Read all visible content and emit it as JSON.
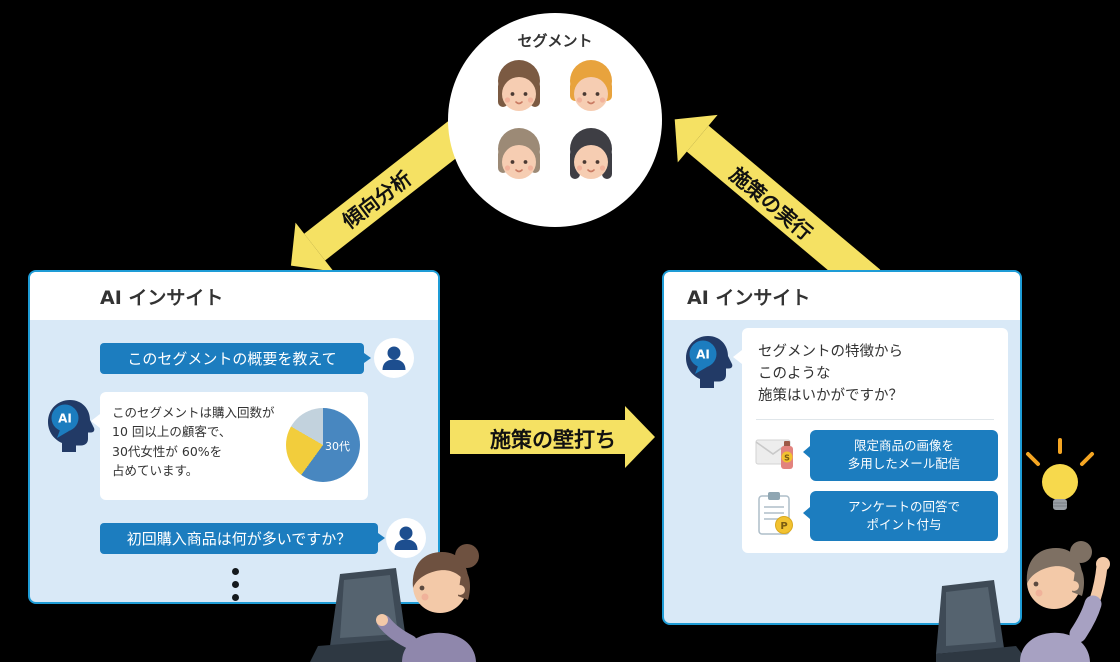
{
  "segment": {
    "label": "セグメント",
    "faces": [
      "woman-brown-hair",
      "woman-blonde-hair",
      "woman-taupe-hair",
      "woman-black-hair"
    ]
  },
  "arrows": {
    "trend_analysis": "傾向分析",
    "measure_execution": "施策の実行",
    "measure_brainstorm": "施策の壁打ち"
  },
  "left_panel": {
    "title": "AI インサイト",
    "ai_badge": "AI",
    "question1": "このセグメントの概要を教えて",
    "answer": {
      "line1": "このセグメントは購入回数が",
      "line2": "10 回以上の顧客で、",
      "line3": "30代女性が 60%を",
      "line4": "占めています。"
    },
    "pie": {
      "label": "30代",
      "segments": [
        {
          "label": "30代",
          "percent": 60,
          "color": "#4887C0"
        },
        {
          "label": "",
          "percent": 23,
          "color": "#F2CD3C"
        },
        {
          "label": "",
          "percent": 17,
          "color": "#C2D2DD"
        }
      ]
    },
    "question2": "初回購入商品は何が多いですか？"
  },
  "right_panel": {
    "title": "AI インサイト",
    "ai_badge": "AI",
    "message": {
      "line1": "セグメントの特徴から",
      "line2": "このような",
      "line3": "施策はいかがですか？"
    },
    "suggestions": [
      {
        "icon": "email-campaign-icon",
        "badge": "S",
        "line1": "限定商品の画像を",
        "line2": "多用したメール配信"
      },
      {
        "icon": "survey-points-icon",
        "badge": "P",
        "line1": "アンケートの回答で",
        "line2": "ポイント付与"
      }
    ]
  },
  "colors": {
    "arrow_yellow": "#F5E163",
    "panel_border": "#1E9CD6",
    "panel_bg": "#D9E9F7",
    "bubble_blue": "#1C7DBF",
    "ai_navy": "#223A66",
    "bulb_yellow": "#F7D94C",
    "pie_blue": "#4887C0",
    "pie_yellow": "#F2CD3C",
    "pie_gray": "#C2D2DD"
  }
}
